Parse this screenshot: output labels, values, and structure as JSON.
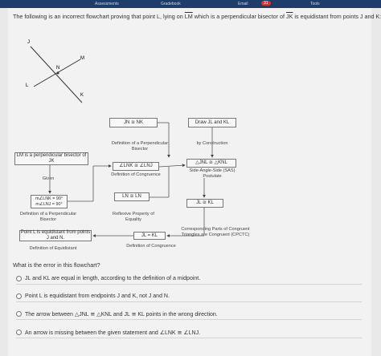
{
  "topbar": {
    "items": [
      "Assessments",
      "Gradebook",
      "Email",
      "Tools"
    ],
    "badge": "31"
  },
  "prompt": {
    "pre": "The following is an incorrect flowchart proving that point L, lying on",
    "seg1": "LM",
    "mid": "which is a perpendicular bisector of",
    "seg2": "JK",
    "post": "is equidistant from points J and K:"
  },
  "diagram": {
    "labels": {
      "j": "J",
      "m": "M",
      "n": "N",
      "l": "L",
      "k": "K"
    }
  },
  "flow": {
    "box_jn_nk": "JN ≅ NK",
    "box_draw": "Draw JL and KL",
    "lbl_def_bisector": "Definition of a Perpendicular Bisector",
    "lbl_construction": "by Construction",
    "box_given": "LM is a perpendicular bisector of JK",
    "box_angles": "∠LNK ≅ ∠LNJ",
    "box_triangles": "△JNL ≅ △KNL",
    "lbl_given": "Given",
    "lbl_def_congruence": "Definition of Congruence",
    "lbl_sas": "Side-Angle-Side (SAS) Postulate",
    "box_right": "m∠LNK = 90°  m∠LNJ = 90°",
    "box_ln_ln": "LN ≅ LN",
    "box_jl_kl": "JL ≅ KL",
    "lbl_def_perp": "Definition of a Perpendicular Bisector",
    "lbl_reflexive": "Reflexive Property of Equality",
    "box_equidistant": "Point L is equidistant from points J and N.",
    "box_jl_kl_eq": "JL = KL",
    "lbl_cpctc": "Corresponding Parts of Congruent Triangles are Congruent (CPCTC)",
    "lbl_def_equidistant": "Definition of Equidistant",
    "lbl_def_congruence2": "Definition of Congruence"
  },
  "question": "What is the error in this flowchart?",
  "options": [
    "JL and KL are equal in length, according to the definition of a midpoint.",
    "Point L is equidistant from endpoints J and K, not J and N.",
    "The arrow between △JNL ≅ △KNL and JL ≅ KL points in the wrong direction.",
    "An arrow is missing between the given statement and ∠LNK ≅ ∠LNJ."
  ]
}
